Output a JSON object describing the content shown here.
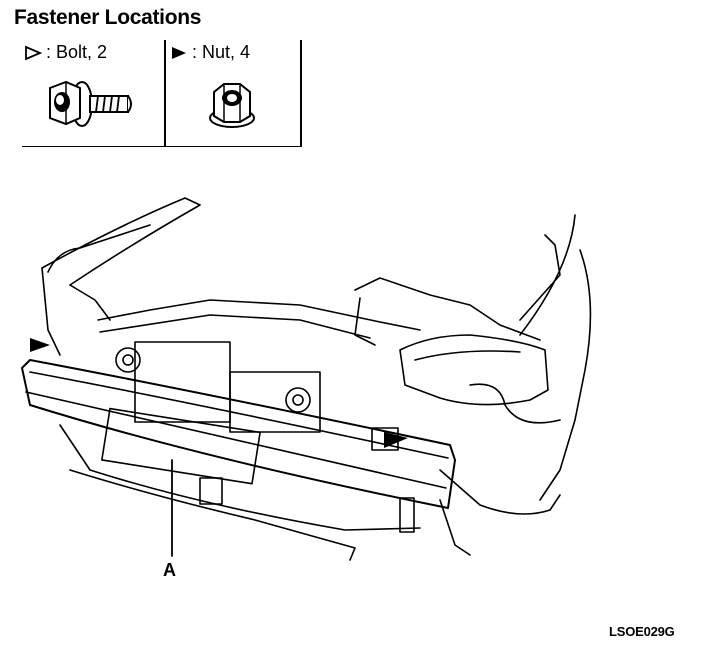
{
  "title": "Fastener Locations",
  "legend": {
    "bolt": {
      "label": ": Bolt, 2",
      "symbol": "hollow-triangle-icon"
    },
    "nut": {
      "label": ": Nut, 4",
      "symbol": "filled-triangle-icon"
    }
  },
  "callout": "A",
  "figure_code": "LSOE029G"
}
